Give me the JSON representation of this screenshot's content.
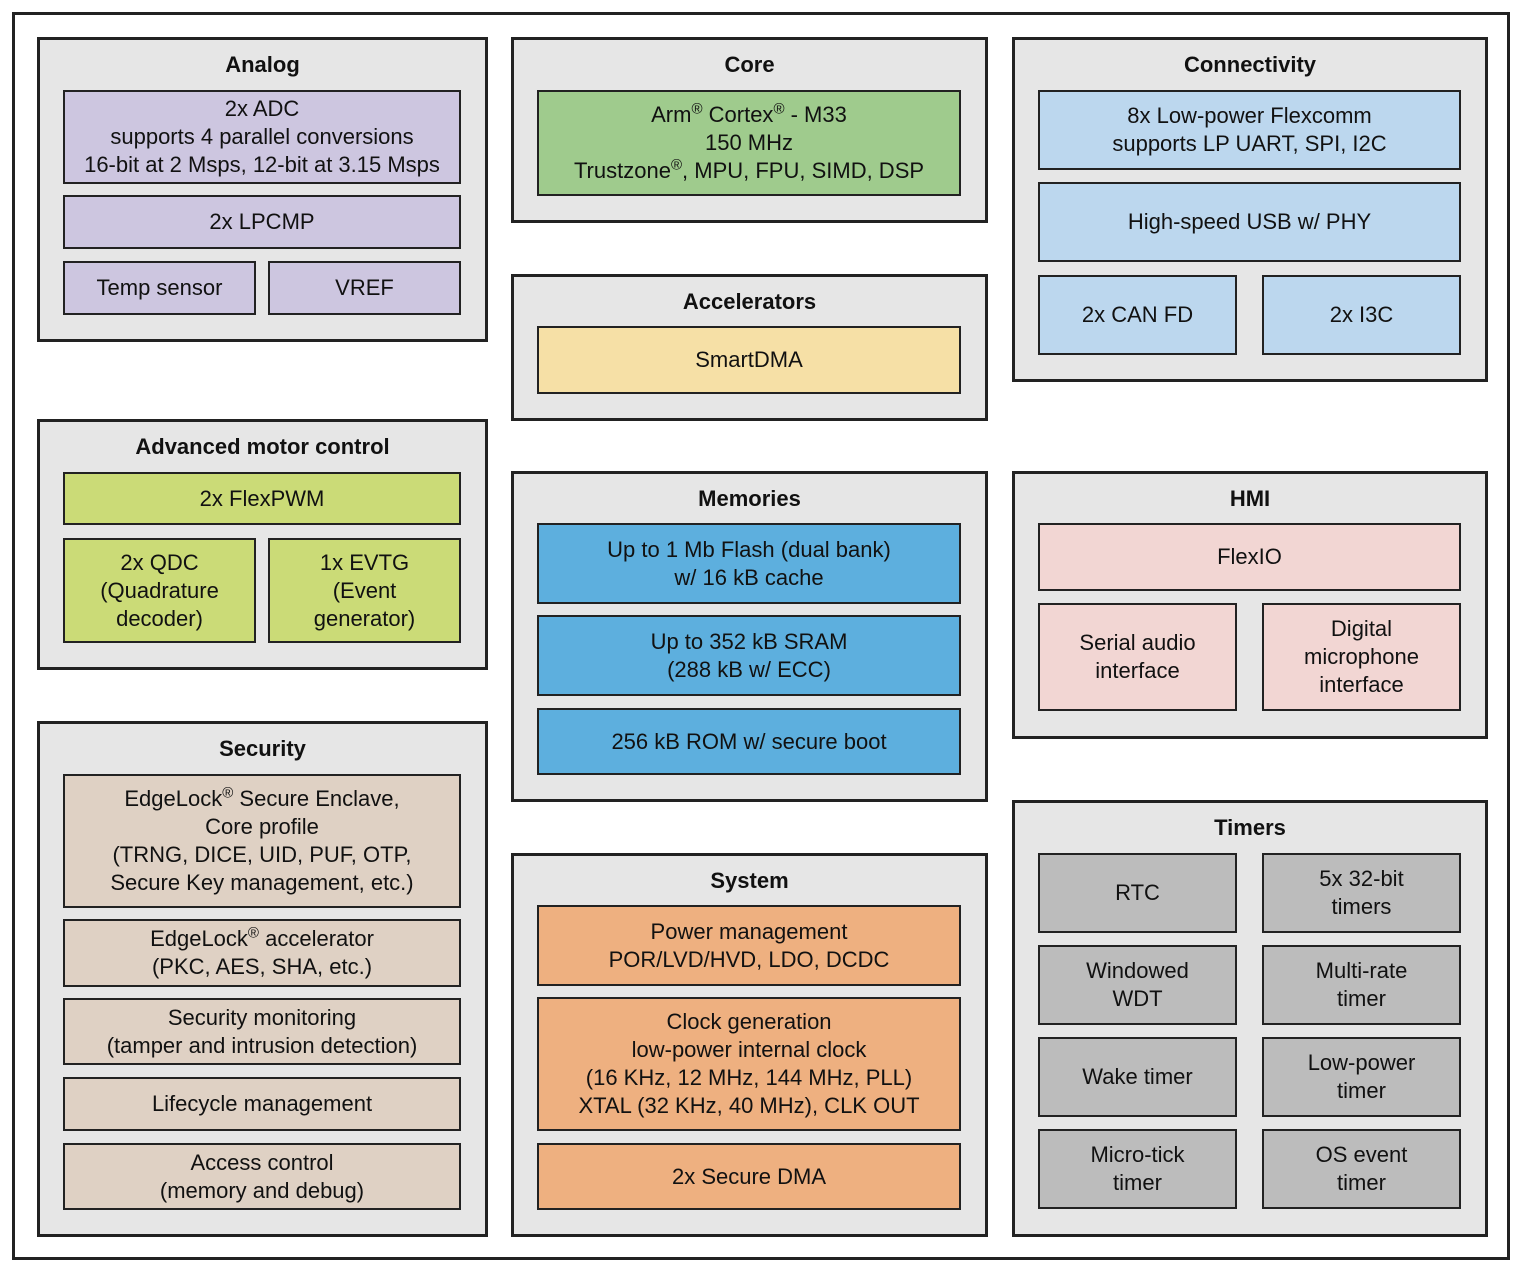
{
  "colors": {
    "group_bg": "#e6e6e6",
    "border": "#222222",
    "analog": "#cdc6e0",
    "core": "#9fcb8d",
    "accelerators": "#f6e0a6",
    "connectivity": "#bcd7ee",
    "motor": "#cbdb77",
    "memories": "#5dafde",
    "hmi": "#f2d6d3",
    "security": "#dfd1c4",
    "system": "#eeb080",
    "timers": "#bcbcbc"
  },
  "groups": {
    "analog": {
      "title": "Analog",
      "blocks": [
        {
          "lines": [
            "2x ADC",
            "supports 4 parallel conversions",
            "16-bit at 2 Msps, 12-bit at 3.15 Msps"
          ]
        },
        {
          "lines": [
            "2x LPCMP"
          ]
        },
        {
          "lines": [
            "Temp sensor"
          ]
        },
        {
          "lines": [
            "VREF"
          ]
        }
      ]
    },
    "core": {
      "title": "Core",
      "blocks": [
        {
          "lines": [
            "Arm® Cortex® - M33",
            "150 MHz",
            "Trustzone®, MPU, FPU, SIMD, DSP"
          ]
        }
      ]
    },
    "connectivity": {
      "title": "Connectivity",
      "blocks": [
        {
          "lines": [
            "8x Low-power Flexcomm",
            "supports LP UART, SPI, I2C"
          ]
        },
        {
          "lines": [
            "High-speed USB w/ PHY"
          ]
        },
        {
          "lines": [
            "2x CAN FD"
          ]
        },
        {
          "lines": [
            "2x I3C"
          ]
        }
      ]
    },
    "accelerators": {
      "title": "Accelerators",
      "blocks": [
        {
          "lines": [
            "SmartDMA"
          ]
        }
      ]
    },
    "motor": {
      "title": "Advanced motor control",
      "blocks": [
        {
          "lines": [
            "2x FlexPWM"
          ]
        },
        {
          "lines": [
            "2x QDC",
            "(Quadrature",
            "decoder)"
          ]
        },
        {
          "lines": [
            "1x EVTG",
            "(Event",
            "generator)"
          ]
        }
      ]
    },
    "memories": {
      "title": "Memories",
      "blocks": [
        {
          "lines": [
            "Up to 1 Mb Flash (dual bank)",
            "w/ 16 kB cache"
          ]
        },
        {
          "lines": [
            "Up to 352 kB SRAM",
            "(288 kB w/ ECC)"
          ]
        },
        {
          "lines": [
            "256 kB ROM w/ secure boot"
          ]
        }
      ]
    },
    "hmi": {
      "title": "HMI",
      "blocks": [
        {
          "lines": [
            "FlexIO"
          ]
        },
        {
          "lines": [
            "Serial audio",
            "interface"
          ]
        },
        {
          "lines": [
            "Digital",
            "microphone",
            "interface"
          ]
        }
      ]
    },
    "security": {
      "title": "Security",
      "blocks": [
        {
          "lines": [
            "EdgeLock® Secure Enclave,",
            "Core profile",
            "(TRNG, DICE, UID, PUF, OTP,",
            "Secure Key management, etc.)"
          ]
        },
        {
          "lines": [
            "EdgeLock® accelerator",
            "(PKC, AES, SHA, etc.)"
          ]
        },
        {
          "lines": [
            "Security monitoring",
            "(tamper and intrusion detection)"
          ]
        },
        {
          "lines": [
            "Lifecycle management"
          ]
        },
        {
          "lines": [
            "Access control",
            "(memory and debug)"
          ]
        }
      ]
    },
    "system": {
      "title": "System",
      "blocks": [
        {
          "lines": [
            "Power management",
            "POR/LVD/HVD, LDO, DCDC"
          ]
        },
        {
          "lines": [
            "Clock generation",
            "low-power internal clock",
            "(16 KHz, 12 MHz, 144 MHz, PLL)",
            "XTAL (32 KHz, 40 MHz), CLK OUT"
          ]
        },
        {
          "lines": [
            "2x Secure DMA"
          ]
        }
      ]
    },
    "timers": {
      "title": "Timers",
      "blocks": [
        {
          "lines": [
            "RTC"
          ]
        },
        {
          "lines": [
            "5x 32-bit",
            "timers"
          ]
        },
        {
          "lines": [
            "Windowed",
            "WDT"
          ]
        },
        {
          "lines": [
            "Multi-rate",
            "timer"
          ]
        },
        {
          "lines": [
            "Wake timer"
          ]
        },
        {
          "lines": [
            "Low-power",
            "timer"
          ]
        },
        {
          "lines": [
            "Micro-tick",
            "timer"
          ]
        },
        {
          "lines": [
            "OS event",
            "timer"
          ]
        }
      ]
    }
  }
}
